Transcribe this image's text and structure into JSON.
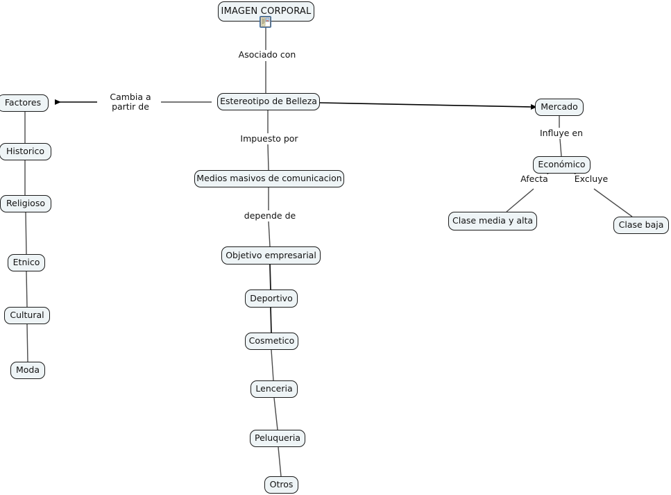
{
  "map": {
    "title": "IMAGEN CORPORAL",
    "background": "#ffffff",
    "node_fill": "#eef4f6",
    "node_border": "#1a1a1a",
    "edge_color": "#444444",
    "arrow_color": "#000000"
  },
  "nodes": {
    "imagen_corporal": "IMAGEN CORPORAL",
    "estereotipo": "Estereotipo de Belleza",
    "factores": "Factores",
    "historico": "Historico",
    "religioso": "Religioso",
    "etnico": "Etnico",
    "cultural": "Cultural",
    "moda": "Moda",
    "mercado": "Mercado",
    "economico": "Económico",
    "clase_media_alta": "Clase media y alta",
    "clase_baja": "Clase baja",
    "medios": "Medios masivos de comunicacion",
    "objetivo": "Objetivo empresarial",
    "deportivo": "Deportivo",
    "cosmetico": "Cosmetico",
    "lenceria": "Lenceria",
    "peluqueria": "Peluqueria",
    "otros": "Otros"
  },
  "link_labels": {
    "asociado_con": "Asociado con",
    "cambia_a_partir_de": "Cambia a\npartir de",
    "impuesto_por": "Impuesto por",
    "depende_de": "depende de",
    "influye_en": "Influye en",
    "afecta": "Afecta",
    "excluye": "Excluye"
  },
  "icons": {
    "resource_note": "note-resource-icon"
  }
}
